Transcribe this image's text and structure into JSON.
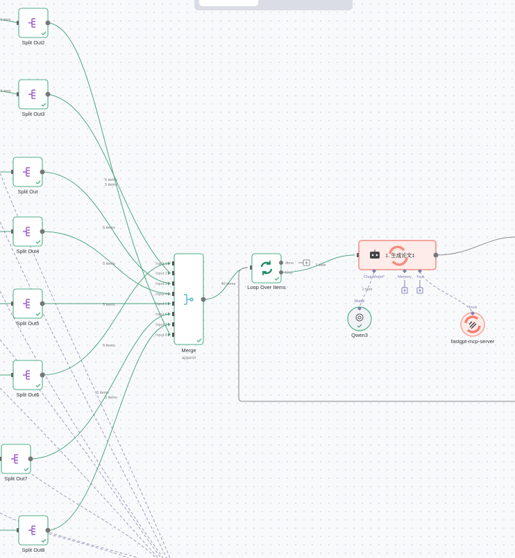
{
  "canvas": {
    "nodes": {
      "split_out2": "Split Out2",
      "split_out3": "Split Out3",
      "split_out": "Split Out",
      "split_out4": "Split Out4",
      "split_out5": "Split Out5",
      "split_out6": "Split Out6",
      "split_out7": "Split Out7",
      "split_out8": "Split Out8",
      "merge": {
        "title": "Merge",
        "subtitle": "append",
        "inputs": [
          "Input 1",
          "Input 2",
          "Input 3",
          "Input 4",
          "Input 5",
          "Input 6",
          "Input 7",
          "Input 8"
        ]
      },
      "loop": {
        "title": "Loop Over Items",
        "done": "done",
        "loop": "loop"
      },
      "agent": {
        "title": "1. 生成论文1",
        "ports": {
          "chat_model": "Chat Model*",
          "memory": "Memory",
          "tool": "Tool"
        }
      },
      "qwen": {
        "title": "Qwen3",
        "port": "Model"
      },
      "mcp": {
        "title": "fastgpt-mcp-server",
        "port": "Tools"
      }
    },
    "edge_labels": {
      "in_1item": "1 item",
      "five_items": "5 items",
      "forty_items": "40 items",
      "loop_1item": "1 item",
      "model_1item": "1 item"
    },
    "colors": {
      "success": "#4caf84",
      "split_icon": "#9b59c6",
      "agent_error": "#f47c6c",
      "ai_port": "#7b7fb0"
    }
  }
}
